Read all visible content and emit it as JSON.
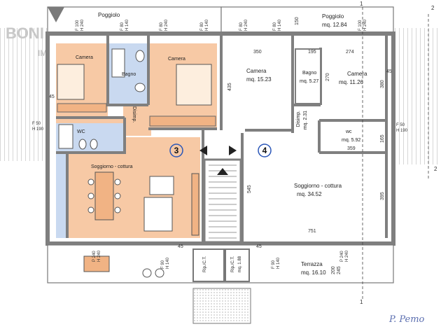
{
  "logo": {
    "main": "BONI",
    "sub": "IMMOBI"
  },
  "unit_markers": [
    "3",
    "4"
  ],
  "rooms": {
    "poggiolo_left": "Poggiolo",
    "camera_left_small": "Camera",
    "bagno_left": "Bagno",
    "camera_left": "Camera",
    "wc_left": "WC",
    "disimp_left": "Disimp.",
    "soggiorno_left": "Soggiorno - cottura",
    "poggiolo_right": "Poggiolo",
    "poggiolo_right_area": "mq. 12.84",
    "camera_right1": "Camera",
    "camera_right1_area": "mq. 15.23",
    "bagno_right": "Bagno",
    "bagno_right_area": "mq. 5.27",
    "camera_right2": "Camera",
    "camera_right2_area": "mq. 11.26",
    "disimp_right": "Disimp.",
    "disimp_right_area": "mq. 2.31",
    "wc_right": "wc",
    "wc_right_area": "mq. 5.92",
    "soggiorno_right": "Soggiorno - cottura",
    "soggiorno_right_area": "mq. 34.52",
    "rip_left": "Rip./C.T.",
    "rip_right": "Rip./C.T.",
    "rip_right_area": "mq. 1.88",
    "terrazza": "Terrazza",
    "terrazza_area": "mq. 16.10"
  },
  "windows": {
    "w1": [
      "F 100",
      "H 240"
    ],
    "w2": [
      "F 80",
      "H 140"
    ],
    "w3": [
      "F 80",
      "H 240"
    ],
    "w4": [
      "F 80",
      "H 140"
    ],
    "w5": [
      "F 80",
      "H 240"
    ],
    "w6": [
      "F 80",
      "H 140"
    ],
    "w7": [
      "F 100",
      "H 240"
    ],
    "w_side_left": [
      "F 50",
      "H 190"
    ],
    "w_side_right": [
      "F 50",
      "H 190"
    ],
    "w_bottom1": [
      "P 240",
      "H 240"
    ],
    "w_bottom2": [
      "F 90",
      "H 140"
    ],
    "w_bottom3": [
      "F 90",
      "H 140"
    ],
    "w_bottom4": [
      "P 240",
      "H 240"
    ]
  },
  "dimensions": {
    "d150": "150",
    "d350": "350",
    "d195": "195",
    "d274": "274",
    "d435": "435",
    "d270": "270",
    "d380": "380",
    "d359": "359",
    "d165": "165",
    "d545": "545",
    "d395": "395",
    "d751": "751",
    "d200": "200",
    "d245": "245",
    "d45a": "45",
    "d45b": "45",
    "d45c": "45",
    "d45d": "45"
  },
  "section_marks": [
    "2",
    "2",
    "1",
    "1"
  ],
  "signature": "P. Pemo",
  "colors": {
    "orange_floor": "#f7c9a5",
    "blue_tile": "#c9d9f0",
    "wall": "#8a8a8a",
    "hatch": "#9a9a9a"
  }
}
